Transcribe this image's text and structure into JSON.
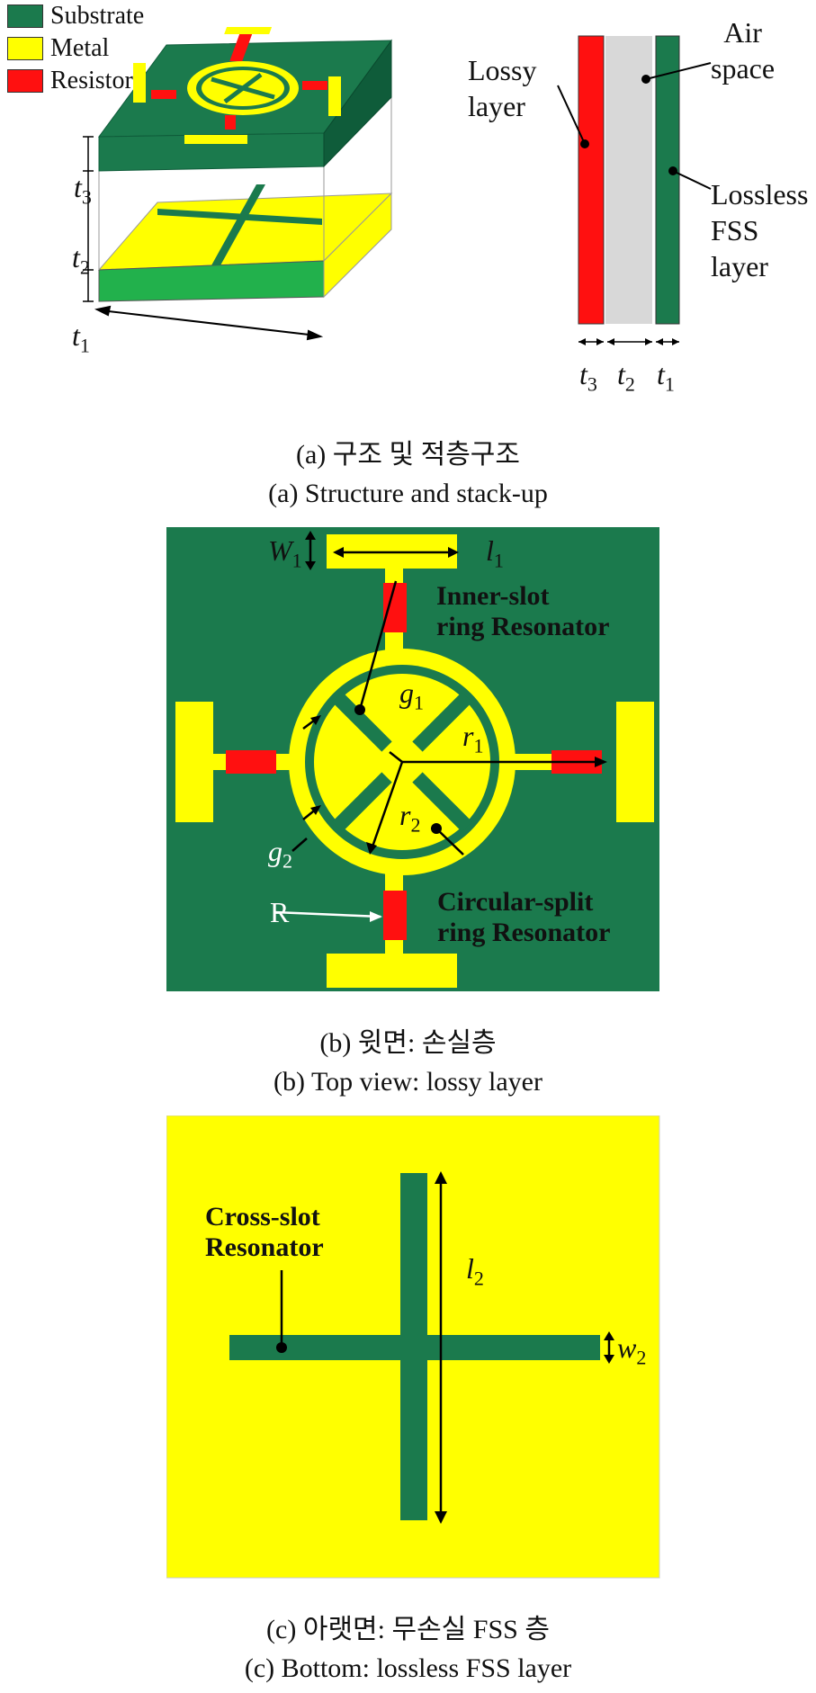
{
  "colors": {
    "substrate": "#1b7a4d",
    "substrate_dark": "#0f5c3a",
    "metal": "#ffff00",
    "resistor": "#ff1010",
    "air": "#d8d8d8"
  },
  "legend": [
    {
      "label": "Substrate",
      "color": "#1b7a4d"
    },
    {
      "label": "Metal",
      "color": "#ffff00"
    },
    {
      "label": "Resistor",
      "color": "#ff1010"
    }
  ],
  "panel_a": {
    "lossy_layer_line1": "Lossy",
    "lossy_layer_line2": "layer",
    "air_line1": "Air",
    "air_line2": "space",
    "lossless_line1": "Lossless",
    "lossless_line2": "FSS layer",
    "t": "t",
    "sub3": "3",
    "sub2": "2",
    "sub1": "1",
    "caption_kr": "(a) 구조 및 적층구조",
    "caption_en": "(a) Structure and stack-up"
  },
  "panel_b": {
    "W": "W",
    "W_sub": "1",
    "l": "l",
    "l_sub": "1",
    "g1": "g",
    "g1_sub": "1",
    "g2": "g",
    "g2_sub": "2",
    "r1": "r",
    "r1_sub": "1",
    "r2": "r",
    "r2_sub": "2",
    "R": "R",
    "inner_line1": "Inner-slot",
    "inner_line2": "ring Resonator",
    "split_line1": "Circular-split",
    "split_line2": "ring Resonator",
    "caption_kr": "(b) 윗면: 손실층",
    "caption_en": "(b) Top view: lossy layer"
  },
  "panel_c": {
    "cross_line1": "Cross-slot",
    "cross_line2": "Resonator",
    "l2": "l",
    "l2_sub": "2",
    "w2": "w",
    "w2_sub": "2",
    "caption_kr": "(c) 아랫면: 무손실 FSS 층",
    "caption_en": "(c) Bottom: lossless FSS layer"
  }
}
